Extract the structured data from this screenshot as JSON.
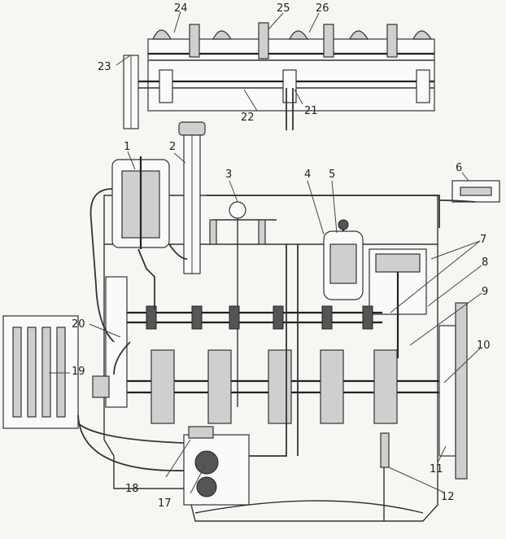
{
  "callouts": [
    "1",
    "2",
    "3",
    "4",
    "5",
    "6",
    "7",
    "8",
    "9",
    "10",
    "11",
    "12",
    "17",
    "18",
    "19",
    "20",
    "21",
    "22",
    "23",
    "24",
    "25",
    "26"
  ]
}
